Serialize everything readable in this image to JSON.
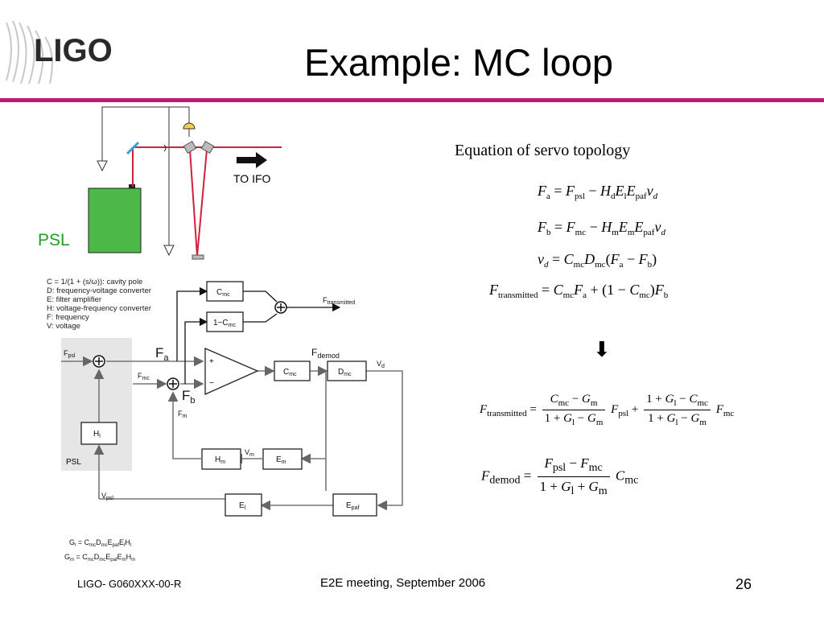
{
  "slide": {
    "title": "Example: MC loop",
    "logo_text": "LIGO",
    "accent_color": "#c2187c",
    "psl_box_color": "#4cb848",
    "beam_color": "#d0203a"
  },
  "optics": {
    "psl_label": "PSL",
    "to_ifo_label": "TO IFO"
  },
  "legend": [
    "C = 1/(1 + (s/ω)): cavity pole",
    "D:  frequency-voltage converter",
    "E:  filter amplifier",
    "H:  voltage-frequency converter",
    "F:  frequency",
    "V:  voltage"
  ],
  "block_diagram": {
    "fpsl_label": "F",
    "fpsl_sub": "psl",
    "fmc_label": "F",
    "fmc_sub": "mc",
    "fm_label": "F",
    "fm_sub": "m",
    "fa_label": "F",
    "fa_sub": "a",
    "fb_label": "F",
    "fb_sub": "b",
    "fdemod_label": "F",
    "fdemod_sub": "demod",
    "vd_label": "V",
    "vd_sub": "d",
    "vm_label": "V",
    "vm_sub": "m",
    "vpsl_label": "V",
    "vpsl_sub": "psl",
    "ftrans_label": "F",
    "ftrans_sub": "transmitted",
    "psl_region_label": "PSL",
    "plus_sign": "+",
    "minus_sign": "−",
    "blocks": {
      "cmc_top": {
        "main": "C",
        "sub": "mc"
      },
      "one_minus_cmc": {
        "main": "1−C",
        "sub": "mc"
      },
      "cmc_mid": {
        "main": "C",
        "sub": "mc"
      },
      "dmc": {
        "main": "D",
        "sub": "mc"
      },
      "hl": {
        "main": "H",
        "sub": "l"
      },
      "hm": {
        "main": "H",
        "sub": "m"
      },
      "em": {
        "main": "E",
        "sub": "m"
      },
      "el": {
        "main": "E",
        "sub": "l"
      },
      "epaf": {
        "main": "E",
        "sub": "paf"
      }
    },
    "gain_defs": [
      "Gl = CmcDmcEpafElHl",
      "Gm = CmcDmcEpafEmHm"
    ]
  },
  "equations": {
    "intro": "Equation of servo topology",
    "arrow": "⬇"
  },
  "footer": {
    "left": "LIGO- G060XXX-00-R",
    "center": "E2E meeting, September 2006",
    "page": "26"
  }
}
